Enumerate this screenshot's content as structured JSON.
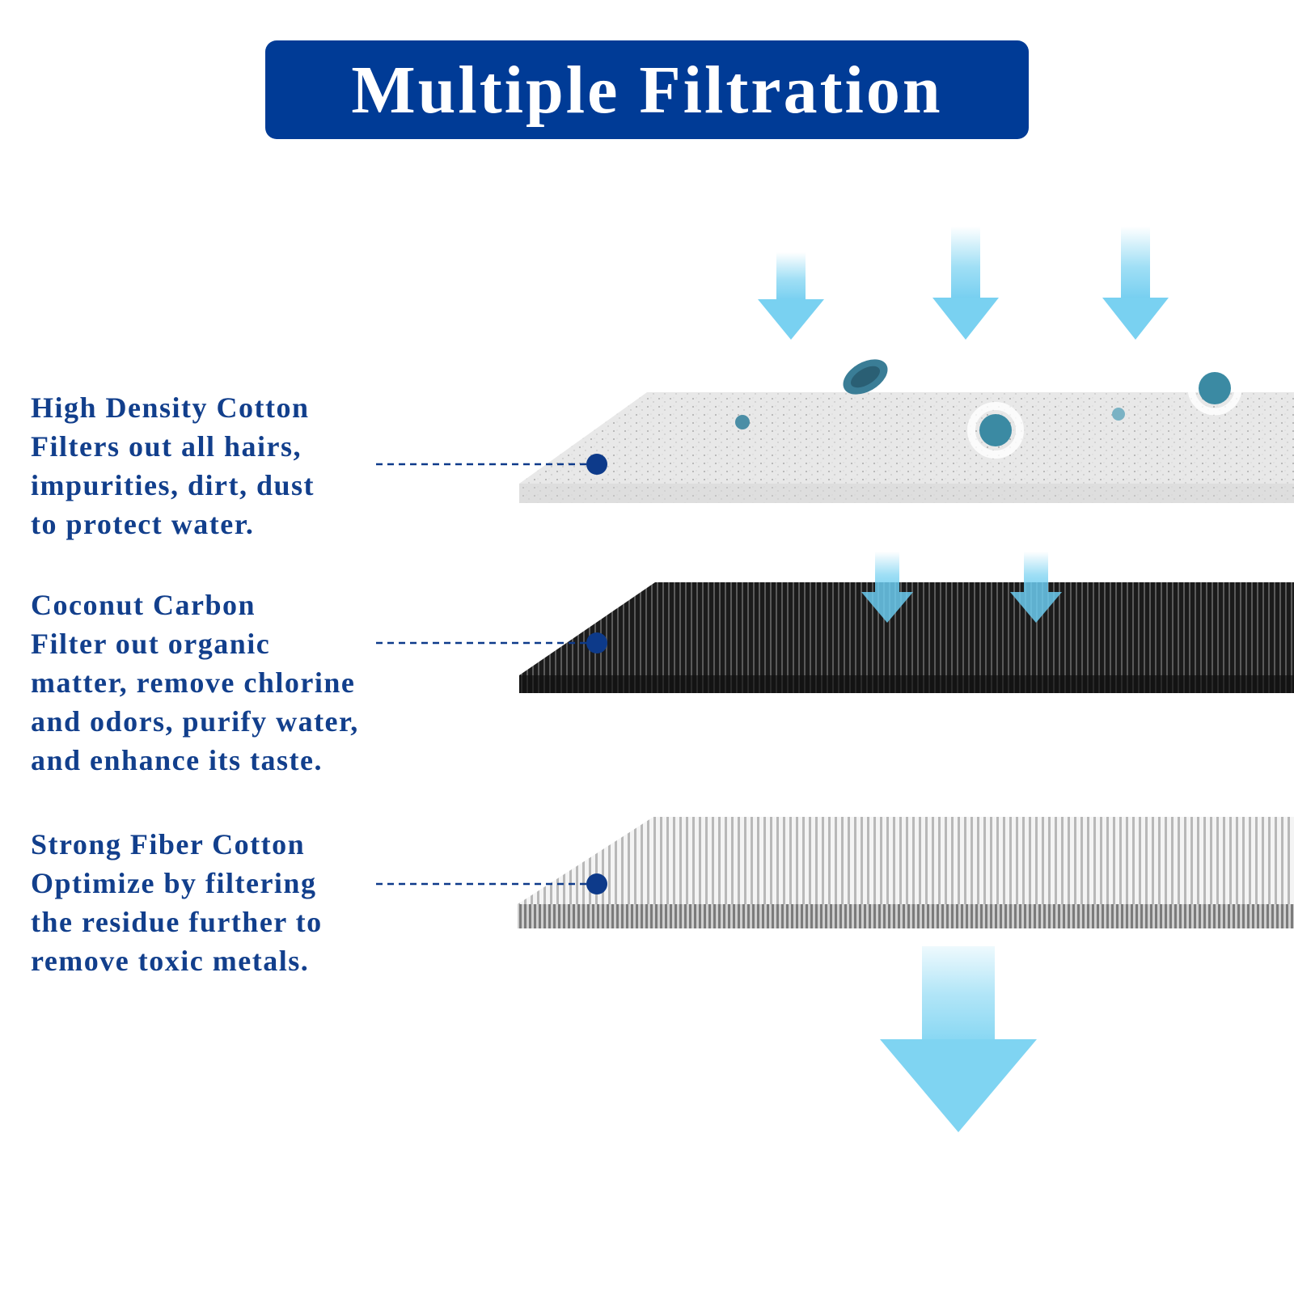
{
  "title": "Multiple Filtration",
  "colors": {
    "banner": "#003b96",
    "text": "#123f8c",
    "connector": "#0d3a8a",
    "arrow": "#7fd4f2",
    "carbon_layer": "#1a1a1a",
    "cotton_layer": "#dcdcdc"
  },
  "layers": [
    {
      "heading": "High Density Cotton",
      "description": [
        "Filters out all hairs,",
        "impurities, dirt, dust",
        "to protect water."
      ]
    },
    {
      "heading": "Coconut Carbon",
      "description": [
        "Filter out organic",
        "matter, remove chlorine",
        "and odors, purify water,",
        "and enhance its taste."
      ]
    },
    {
      "heading": "Strong Fiber Cotton",
      "description": [
        "Optimize by filtering",
        "the residue further to",
        "remove toxic metals."
      ]
    }
  ]
}
